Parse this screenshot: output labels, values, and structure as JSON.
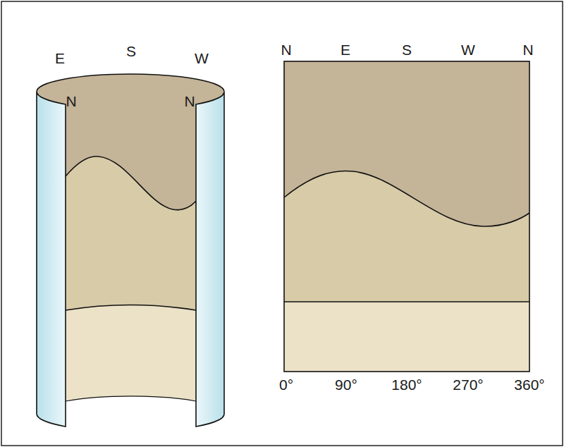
{
  "diagram": {
    "labels": [
      "E",
      "S",
      "W",
      "N",
      "N",
      "N",
      "E",
      "S",
      "W",
      "N",
      "0°",
      "90°",
      "180°",
      "270°",
      "360°"
    ]
  }
}
